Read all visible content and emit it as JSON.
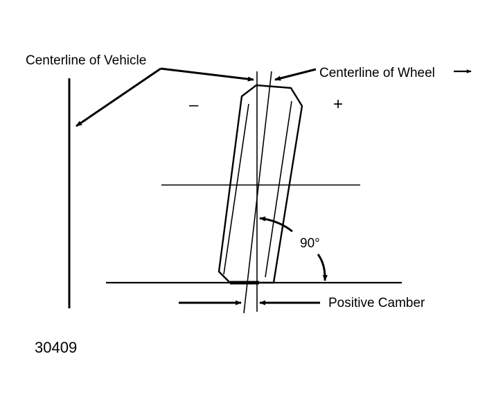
{
  "labels": {
    "centerline_vehicle": "Centerline of Vehicle",
    "centerline_wheel": "Centerline of Wheel",
    "minus_sign": "–",
    "plus_sign": "+",
    "angle": "90°",
    "positive_camber": "Positive Camber",
    "figure_number": "30409"
  },
  "colors": {
    "ink": "#000000",
    "paper": "#ffffff"
  }
}
